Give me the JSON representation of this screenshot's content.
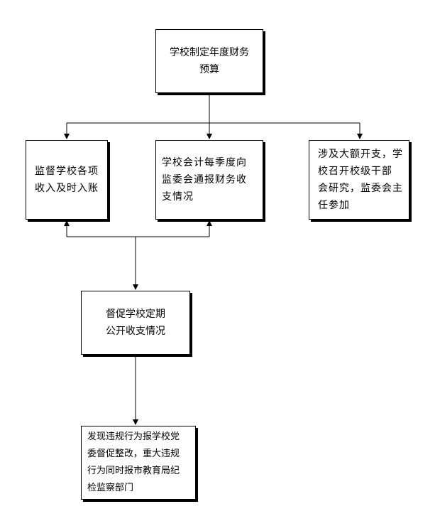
{
  "diagram": {
    "nodes": {
      "annual_budget": "学校制定年度财务\n预算",
      "supervise_entries": "监督学校各项\n收入及时入账",
      "quarterly_report": "学校会计每季度向\n监委会通报财务收\n支情况",
      "major_expenses": "涉及大额开支，学\n校召开校级干部\n会研究，监委会主\n任参加",
      "public_disclosure": "督促学校定期\n公开收支情况",
      "violation_report": "发现违规行为报学校党\n委督促整改，重大违规\n行为同时报市教育局纪\n检监察部门"
    }
  }
}
